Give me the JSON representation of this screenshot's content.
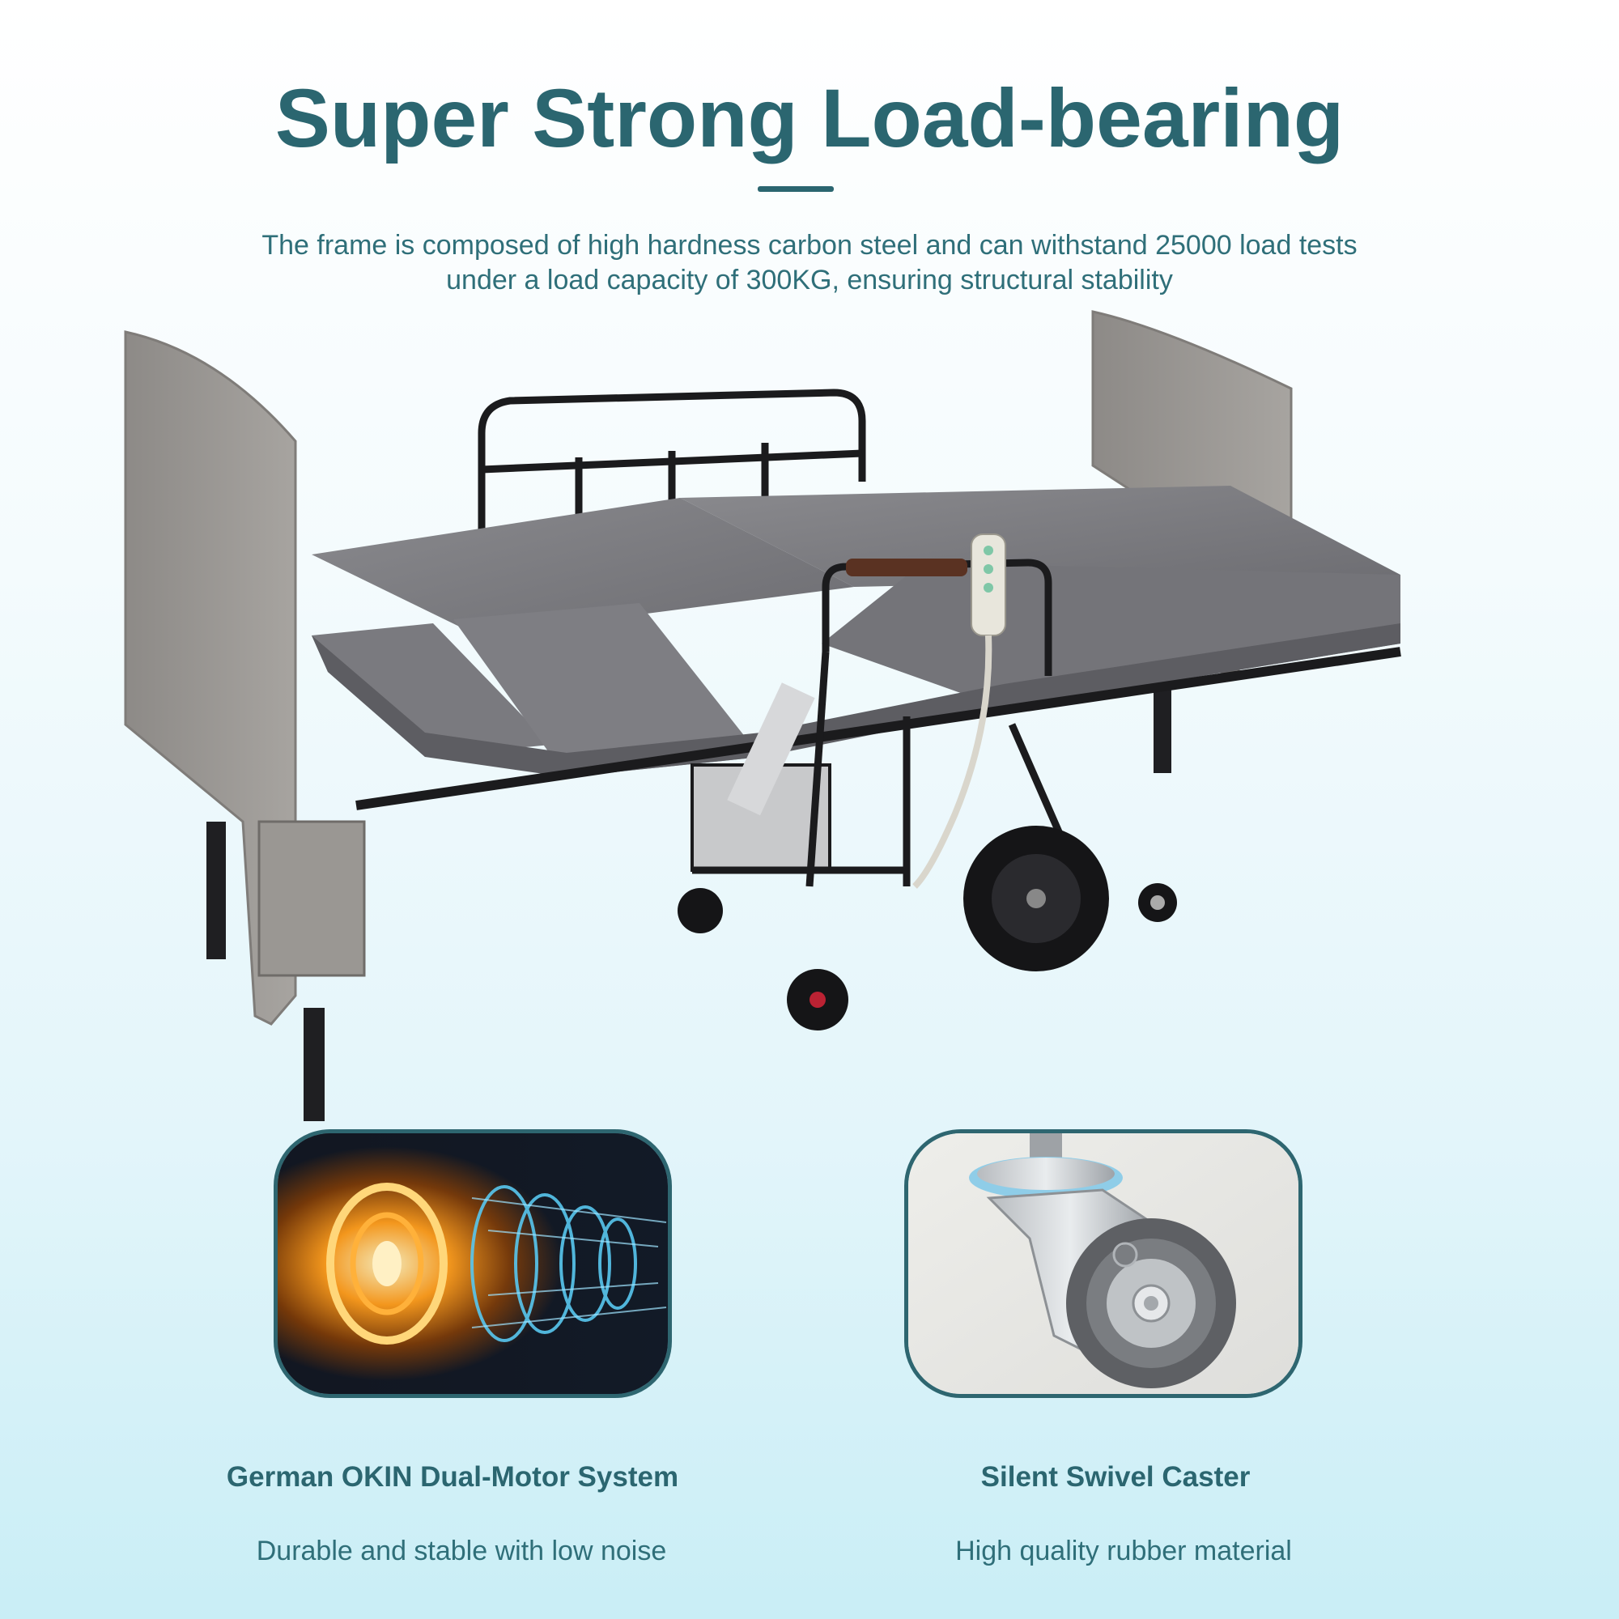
{
  "title": "Super Strong Load-bearing",
  "subtitle": {
    "line1": "The frame is composed of high hardness carbon steel and can withstand 25000 load tests",
    "line2": "under a load capacity of 300KG, ensuring structural stability"
  },
  "features": [
    {
      "title": "German OKIN Dual-Motor System",
      "description": "Durable and stable with low noise",
      "icon": "motor-icon"
    },
    {
      "title": "Silent Swivel Caster",
      "description": "High quality rubber material",
      "icon": "caster-icon"
    }
  ],
  "colors": {
    "accent": "#2b6670",
    "background_bottom": "#c9eef6",
    "mattress": "#7c7c80",
    "headboard": "#9a9793"
  }
}
